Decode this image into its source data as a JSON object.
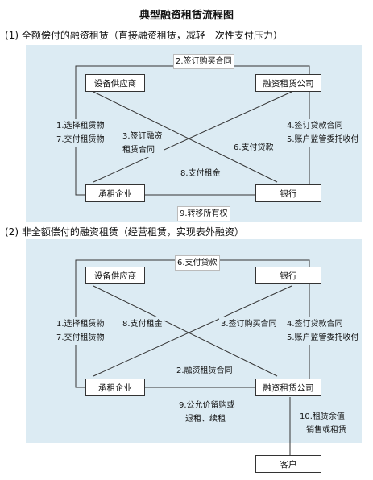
{
  "title": "典型融资租赁流程图",
  "section1": {
    "heading": "(1) 全额偿付的融资租赁（直接融资租赁，减轻一次性支付压力）",
    "nodes": {
      "supplier": "设备供应商",
      "lessor": "融资租赁公司",
      "lessee": "承租企业",
      "bank": "银行"
    },
    "edges": {
      "purchase_contract": "2.签订购买合同",
      "select": "1.选择租赁物",
      "deliver": "7.交付租赁物",
      "lease_contract_1": "3.签订融资",
      "lease_contract_2": "租赁合同",
      "pay_loan": "6.支付贷款",
      "loan_contract": "4.签订贷款合同",
      "account_supervision": "5.账户监管委托收付",
      "pay_rent": "8.支付租金",
      "transfer_ownership": "9.转移所有权"
    }
  },
  "section2": {
    "heading": "(2) 非全额偿付的融资租赁（经营租赁，实现表外融资）",
    "nodes": {
      "supplier": "设备供应商",
      "bank": "银行",
      "lessee": "承租企业",
      "lessor": "融资租赁公司",
      "customer": "客户"
    },
    "edges": {
      "pay_loan": "6.支付贷款",
      "select": "1.选择租赁物",
      "deliver": "7.交付租赁物",
      "pay_rent": "8.支付租金",
      "purchase_contract": "3.签订购买合同",
      "loan_contract": "4.签订贷款合同",
      "account_supervision": "5.账户监管委托收付",
      "lease_contract": "2.融资租赁合同",
      "buyback_1": "9.公允价留购或",
      "buyback_2": "退租、续租",
      "residual_1": "10.租赁余值",
      "residual_2": "销售或租赁"
    }
  }
}
